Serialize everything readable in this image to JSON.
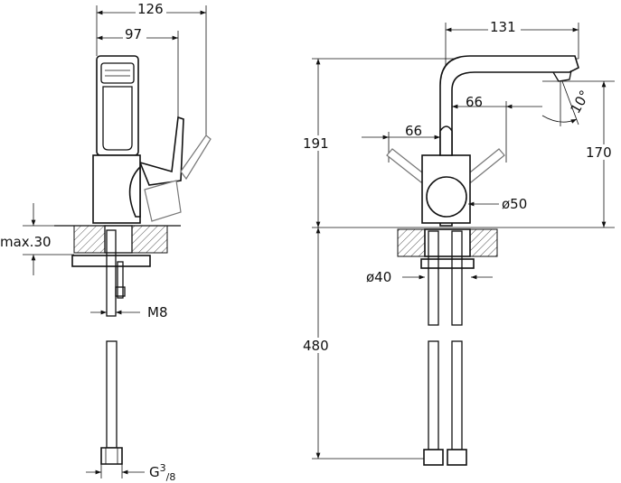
{
  "side_view": {
    "dim_overall_depth": "126",
    "dim_lever_depth": "97",
    "dim_max_counter": "max.30",
    "dim_thread": "M8",
    "dim_connection_base": "G3",
    "dim_connection_frac": "/8",
    "dim_connection_num": "3"
  },
  "front_view": {
    "dim_spout_reach": "131",
    "dim_lever_left": "66",
    "dim_lever_right": "66",
    "dim_angle": "10°",
    "dim_total_height": "191",
    "dim_spout_height": "170",
    "dim_body_diameter": "ø50",
    "dim_hole_diameter": "ø40",
    "dim_hose_length": "480"
  }
}
